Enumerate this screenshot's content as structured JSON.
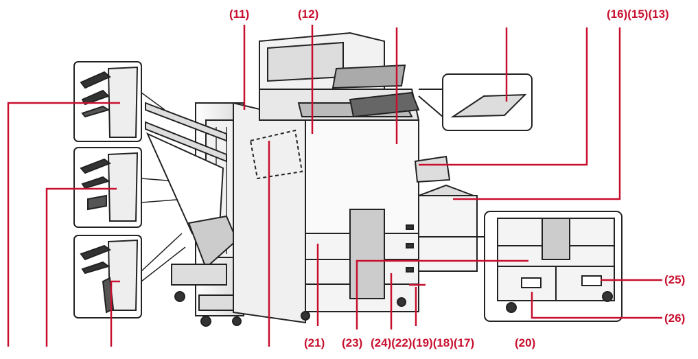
{
  "colors": {
    "callout": "#c8102e",
    "outline": "#222222",
    "machine": "#ffffff",
    "shade": "#e6e6e6",
    "dark": "#3a3a3a"
  },
  "callouts": {
    "c11": "(11)",
    "c12": "(12)",
    "c16_15_13": "(16)(15)(13)",
    "c25": "(25)",
    "c26": "(26)",
    "c21": "(21)",
    "c23": "(23)",
    "c24_22_19_18_17": "(24)(22)(19)(18)(17)",
    "c20": "(20)"
  }
}
